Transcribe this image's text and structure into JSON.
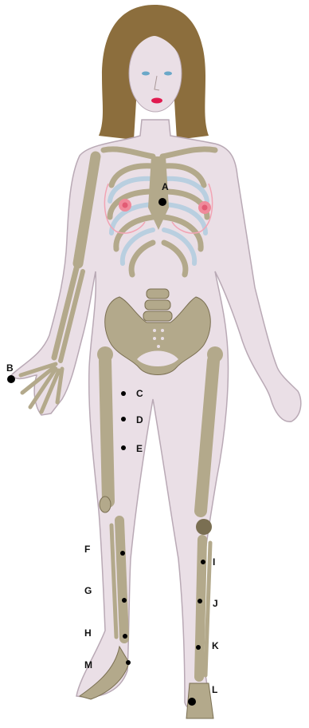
{
  "figure": {
    "colors": {
      "skin": "#eadfe6",
      "skin_outline": "#b9a9b5",
      "hair": "#8c6e3d",
      "bone": "#b3a98b",
      "bone_dark": "#7a6f52",
      "cartilage": "#b9cfe0",
      "lips": "#e01a4f",
      "nipple": "#f08a9b",
      "marker": "#000000"
    },
    "markers": {
      "A": "A",
      "B": "B",
      "C": "C",
      "D": "D",
      "E": "E",
      "F": "F",
      "G": "G",
      "H": "H",
      "I": "I",
      "J": "J",
      "K": "K",
      "L": "L",
      "M": "M"
    }
  }
}
